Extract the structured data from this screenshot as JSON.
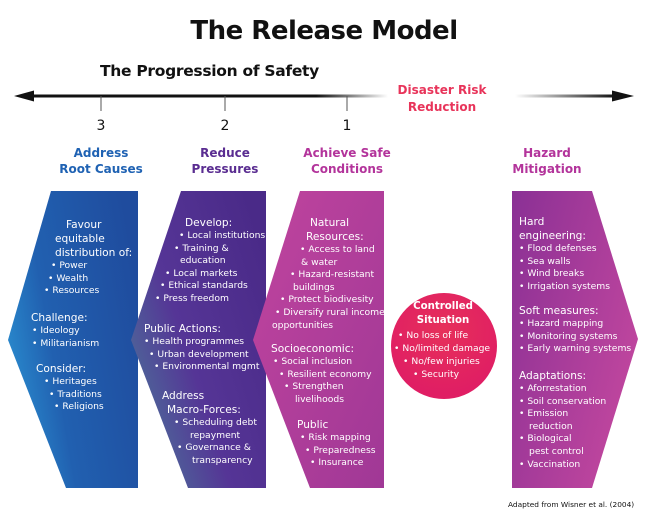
{
  "title": "The Release Model",
  "subtitle": "The Progression of Safety",
  "disaster_risk_reduction": [
    "Disaster Risk",
    "Reduction"
  ],
  "colors": {
    "blue": "#1f4fa0",
    "purple": "#4a2d8c",
    "magenta": "#b23a98",
    "hazard": "#9c3a9c",
    "circle": "#e3245f",
    "drr_red": "#e8345a",
    "head_blue": "#1f62b3",
    "head_purple": "#5a2d91",
    "head_magenta": "#b3349b"
  },
  "ticks": [
    "3",
    "2",
    "1"
  ],
  "stages": [
    {
      "heading": [
        "Address",
        "Root Causes"
      ]
    },
    {
      "heading": [
        "Reduce",
        "Pressures"
      ]
    },
    {
      "heading": [
        "Achieve Safe",
        "Conditions"
      ]
    },
    {
      "heading": [
        "Hazard",
        "Mitigation"
      ]
    }
  ],
  "root_causes": {
    "favour": [
      "Favour",
      "equitable",
      "distribution of:"
    ],
    "favour_items": [
      "Power",
      "Wealth",
      "Resources"
    ],
    "challenge": "Challenge:",
    "challenge_items": [
      "Ideology",
      "Militarianism"
    ],
    "consider": "Consider:",
    "consider_items": [
      "Heritages",
      "Traditions",
      "Religions"
    ]
  },
  "pressures": {
    "develop": "Develop:",
    "develop_items": [
      "Local institutions",
      "Training &",
      "education",
      "Local markets",
      "Ethical standards",
      "Press freedom"
    ],
    "public_actions": "Public Actions:",
    "public_items": [
      "Health programmes",
      "Urban development",
      "Environmental mgmt"
    ],
    "macro": [
      "Address",
      "Macro-Forces:"
    ],
    "macro_items": [
      "Scheduling debt",
      "repayment",
      "Governance &",
      "transparency"
    ]
  },
  "safe_conditions": {
    "natural": [
      "Natural",
      "Resources:"
    ],
    "natural_items": [
      "Access to land",
      "& water",
      "Hazard-resistant",
      "buildings",
      "Protect biodivesity",
      "Diversify rural income",
      "opportunities"
    ],
    "socio": "Socioeconomic:",
    "socio_items": [
      "Social inclusion",
      "Resilient economy",
      "Strengthen",
      "livelihoods"
    ],
    "public": "Public",
    "public_items": [
      "Risk mapping",
      "Preparedness",
      "Insurance"
    ]
  },
  "controlled": {
    "heading": [
      "Controlled",
      "Situation"
    ],
    "items": [
      "No loss of life",
      "No/limited damage",
      "No/few injuries",
      "Security"
    ]
  },
  "hazard": {
    "hard": [
      "Hard",
      "engineering:"
    ],
    "hard_items": [
      "Flood defenses",
      "Sea walls",
      "Wind breaks",
      "Irrigation systems"
    ],
    "soft": "Soft measures:",
    "soft_items": [
      "Hazard mapping",
      "Monitoring systems",
      "Early warning systems"
    ],
    "adapt": "Adaptations:",
    "adapt_items": [
      "Aforrestation",
      "Soil conservation",
      "Emission",
      "reduction",
      "Biological",
      "pest control",
      "Vaccination"
    ]
  },
  "credit": "Adapted from Wisner et al. (2004)"
}
